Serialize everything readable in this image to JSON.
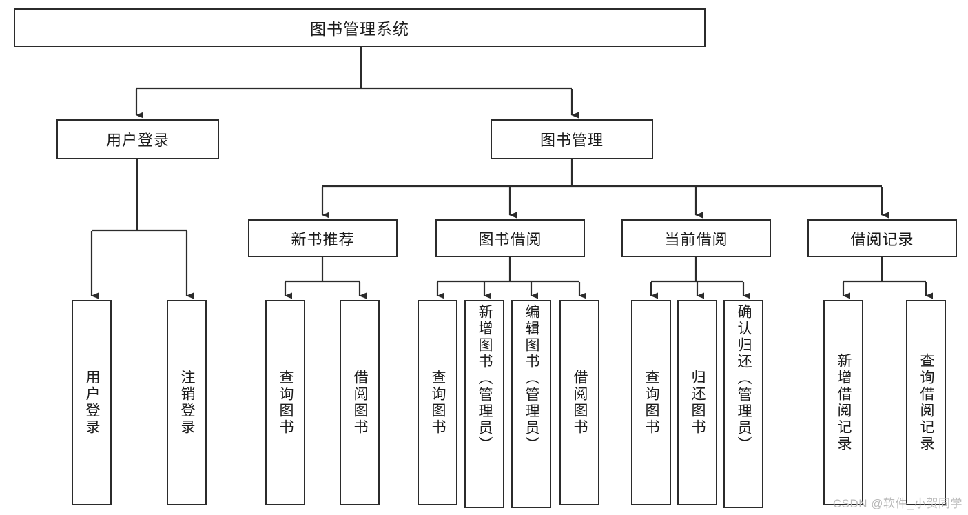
{
  "diagram": {
    "title": "图书管理系统",
    "watermark": "CSDN @软件_小贺同学",
    "line_color": "#2b2b2b",
    "box_border_color": "#2b2b2b",
    "background_color": "#ffffff",
    "text_color": "#1b1b1b",
    "watermark_color": "#b9b9b9"
  },
  "nodes": {
    "root": {
      "label": "图书管理系统"
    },
    "level2": [
      {
        "id": "user-login",
        "label": "用户登录"
      },
      {
        "id": "book-management",
        "label": "图书管理"
      }
    ],
    "level3": [
      {
        "id": "new-book-recommend",
        "label": "新书推荐"
      },
      {
        "id": "book-borrow",
        "label": "图书借阅"
      },
      {
        "id": "current-borrow",
        "label": "当前借阅"
      },
      {
        "id": "borrow-record",
        "label": "借阅记录"
      }
    ],
    "leaves": {
      "user_login": [
        {
          "id": "leaf-user-login",
          "label": "用户登录"
        },
        {
          "id": "leaf-logout-login",
          "label": "注销登录"
        }
      ],
      "new_book_recommend": [
        {
          "id": "leaf-query-book-1",
          "label": "查询图书"
        },
        {
          "id": "leaf-borrow-book-1",
          "label": "借阅图书"
        }
      ],
      "book_borrow": [
        {
          "id": "leaf-query-book-2",
          "label": "查询图书"
        },
        {
          "id": "leaf-add-book-admin",
          "label": "新增图书（管理员）"
        },
        {
          "id": "leaf-edit-book-admin",
          "label": "编辑图书（管理员）"
        },
        {
          "id": "leaf-borrow-book-2",
          "label": "借阅图书"
        }
      ],
      "current_borrow": [
        {
          "id": "leaf-query-book-3",
          "label": "查询图书"
        },
        {
          "id": "leaf-return-book",
          "label": "归还图书"
        },
        {
          "id": "leaf-confirm-return-admin",
          "label": "确认归还（管理员）"
        }
      ],
      "borrow_record": [
        {
          "id": "leaf-add-borrow-record",
          "label": "新增借阅记录"
        },
        {
          "id": "leaf-query-borrow-record",
          "label": "查询借阅记录"
        }
      ]
    }
  }
}
